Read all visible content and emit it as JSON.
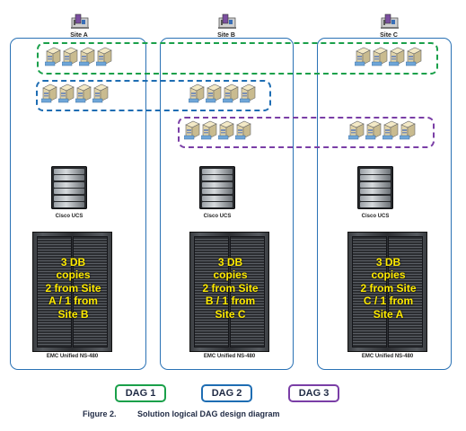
{
  "sites": [
    {
      "label": "Site A",
      "ucs_label": "Cisco UCS",
      "storage_label": "EMC Unified NS-480",
      "rack_text": "3 DB\ncopies\n2 from Site\nA / 1 from\nSite B"
    },
    {
      "label": "Site B",
      "ucs_label": "Cisco UCS",
      "storage_label": "EMC Unified NS-480",
      "rack_text": "3 DB\ncopies\n2 from Site\nB / 1 from\nSite C"
    },
    {
      "label": "Site C",
      "ucs_label": "Cisco UCS",
      "storage_label": "EMC Unified NS-480",
      "rack_text": "3 DB\ncopies\n2 from Site\nC / 1 from\nSite A"
    }
  ],
  "legend": [
    {
      "label": "DAG 1",
      "color": "#1aa04a"
    },
    {
      "label": "DAG 2",
      "color": "#1e6db3"
    },
    {
      "label": "DAG 3",
      "color": "#7a3ea6"
    }
  ],
  "caption": {
    "figure": "Figure 2.",
    "title": "Solution logical DAG design diagram"
  },
  "icons": [
    "site-building-icon",
    "server-icon",
    "ucs-chassis-icon",
    "storage-rack-icon"
  ]
}
